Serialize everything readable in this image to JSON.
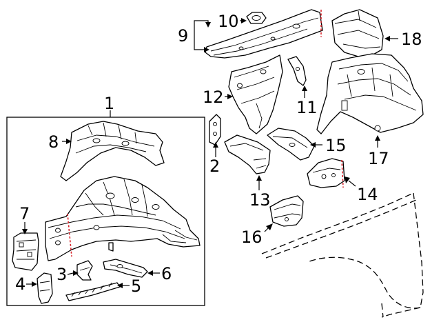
{
  "callouts": {
    "c1": "1",
    "c2": "2",
    "c3": "3",
    "c4": "4",
    "c5": "5",
    "c6": "6",
    "c7": "7",
    "c8": "8",
    "c9": "9",
    "c10": "10",
    "c11": "11",
    "c12": "12",
    "c13": "13",
    "c14": "14",
    "c15": "15",
    "c16": "16",
    "c17": "17",
    "c18": "18"
  },
  "colors": {
    "cut_line": "#d9252b",
    "line": "#000000",
    "background": "#ffffff"
  }
}
